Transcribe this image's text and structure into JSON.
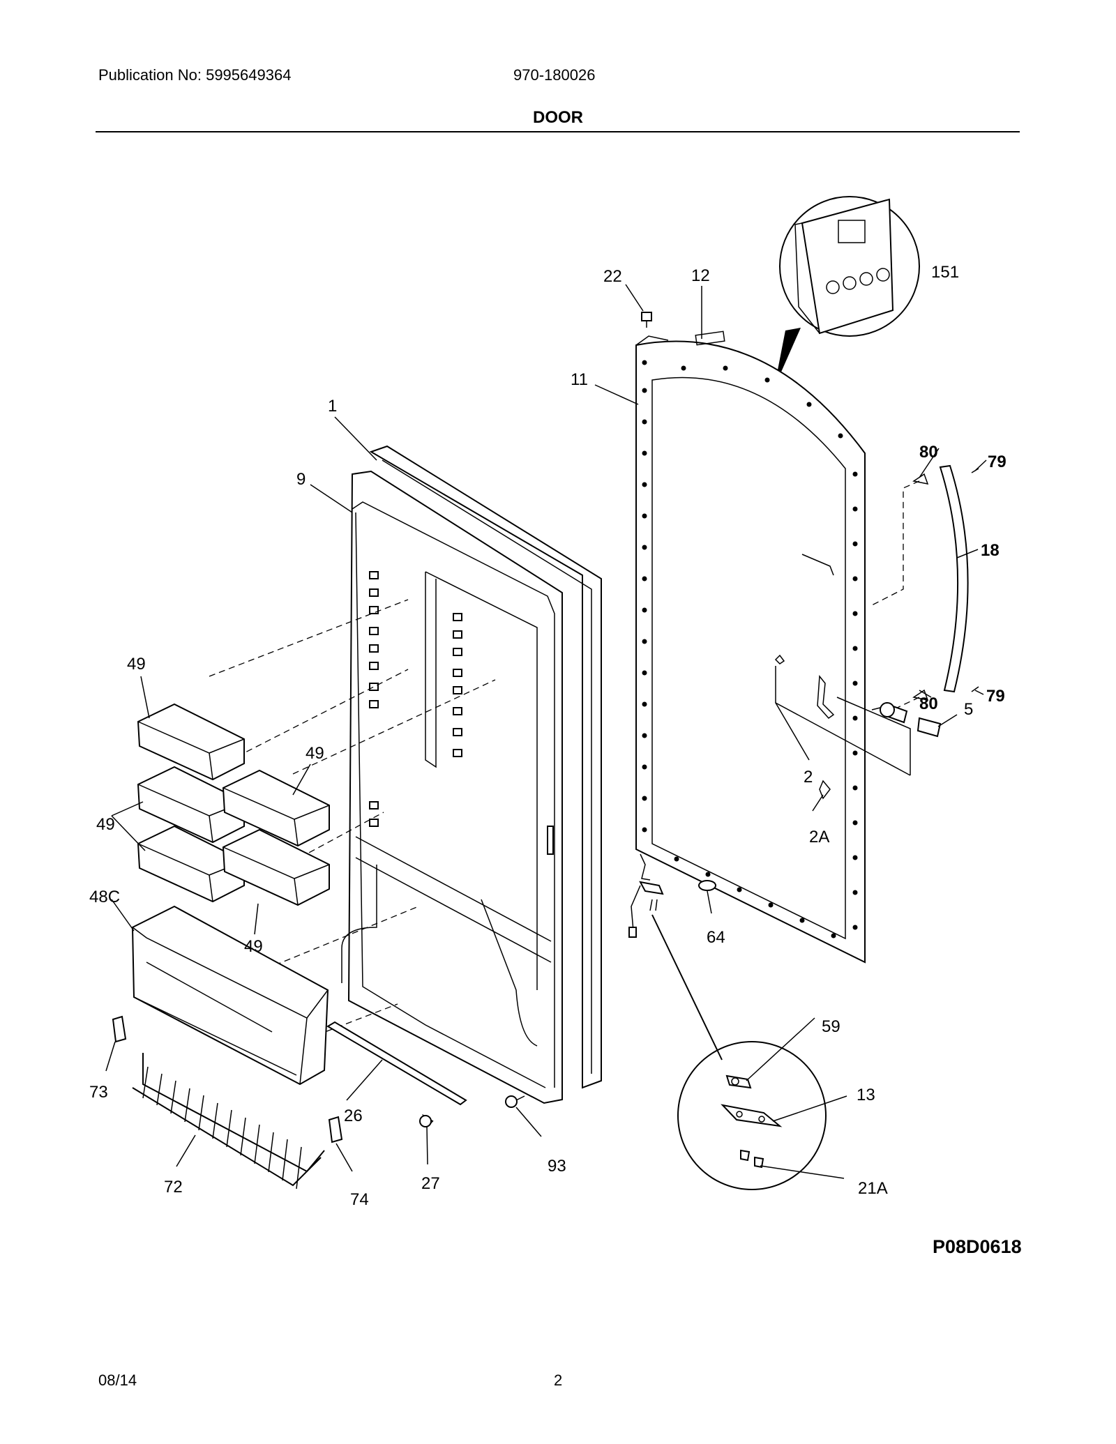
{
  "header": {
    "publication": "Publication No: 5995649364",
    "model": "970-180026",
    "section_title": "DOOR"
  },
  "footer": {
    "date": "08/14",
    "page_number": "2"
  },
  "diagram_code": "P08D0618",
  "callouts": {
    "c1": "1",
    "c9": "9",
    "c11": "11",
    "c12": "12",
    "c22": "22",
    "c151": "151",
    "c80a": "80",
    "c79a": "79",
    "c18": "18",
    "c80b": "80",
    "c79b": "79",
    "c5": "5",
    "c2": "2",
    "c2a": "2A",
    "c64": "64",
    "c59": "59",
    "c13": "13",
    "c21a": "21A",
    "c49a": "49",
    "c49b": "49",
    "c49c": "49",
    "c49d": "49",
    "c48c": "48C",
    "c73": "73",
    "c72": "72",
    "c74": "74",
    "c26": "26",
    "c27": "27",
    "c93": "93"
  }
}
